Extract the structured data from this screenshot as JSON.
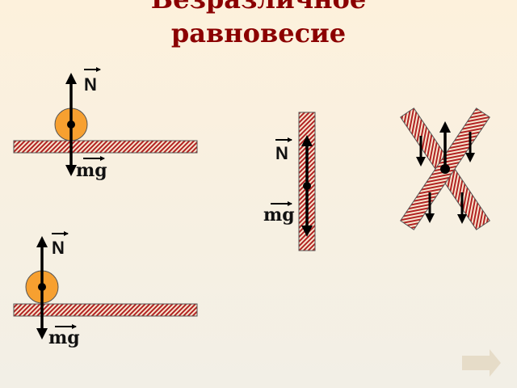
{
  "slide": {
    "title_line1": "Безразличное",
    "title_line2": "равновесие"
  },
  "labels": {
    "normal_force": "N",
    "gravity_force": "mg"
  },
  "colors": {
    "title": "#8b0000",
    "ball": "#f7a030",
    "hatch": "#b22222",
    "board_bg": "#f7e6d0",
    "next_arrow": "#e6dcc8"
  },
  "icons": {
    "next": "next-arrow-icon"
  }
}
